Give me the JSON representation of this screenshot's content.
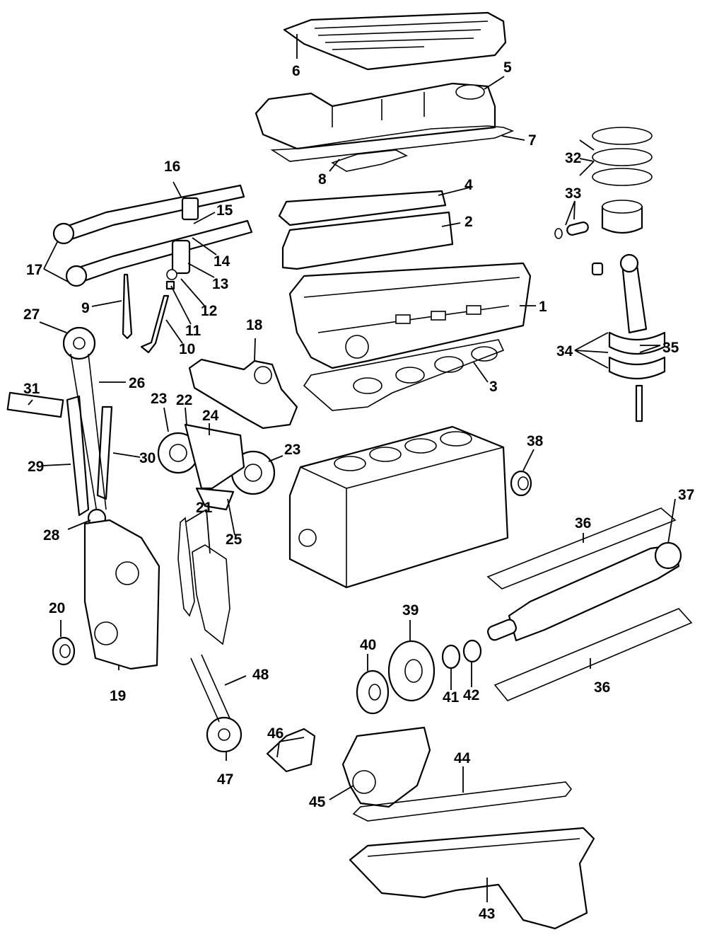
{
  "callouts": [
    "1",
    "2",
    "3",
    "4",
    "5",
    "6",
    "7",
    "8",
    "9",
    "10",
    "11",
    "12",
    "13",
    "14",
    "15",
    "16",
    "17",
    "18",
    "19",
    "20",
    "21",
    "22",
    "23",
    "23",
    "24",
    "25",
    "26",
    "27",
    "28",
    "29",
    "30",
    "31",
    "32",
    "33",
    "34",
    "35",
    "36",
    "36",
    "37",
    "38",
    "39",
    "40",
    "41",
    "42",
    "43",
    "44",
    "45",
    "46",
    "47",
    "48"
  ]
}
